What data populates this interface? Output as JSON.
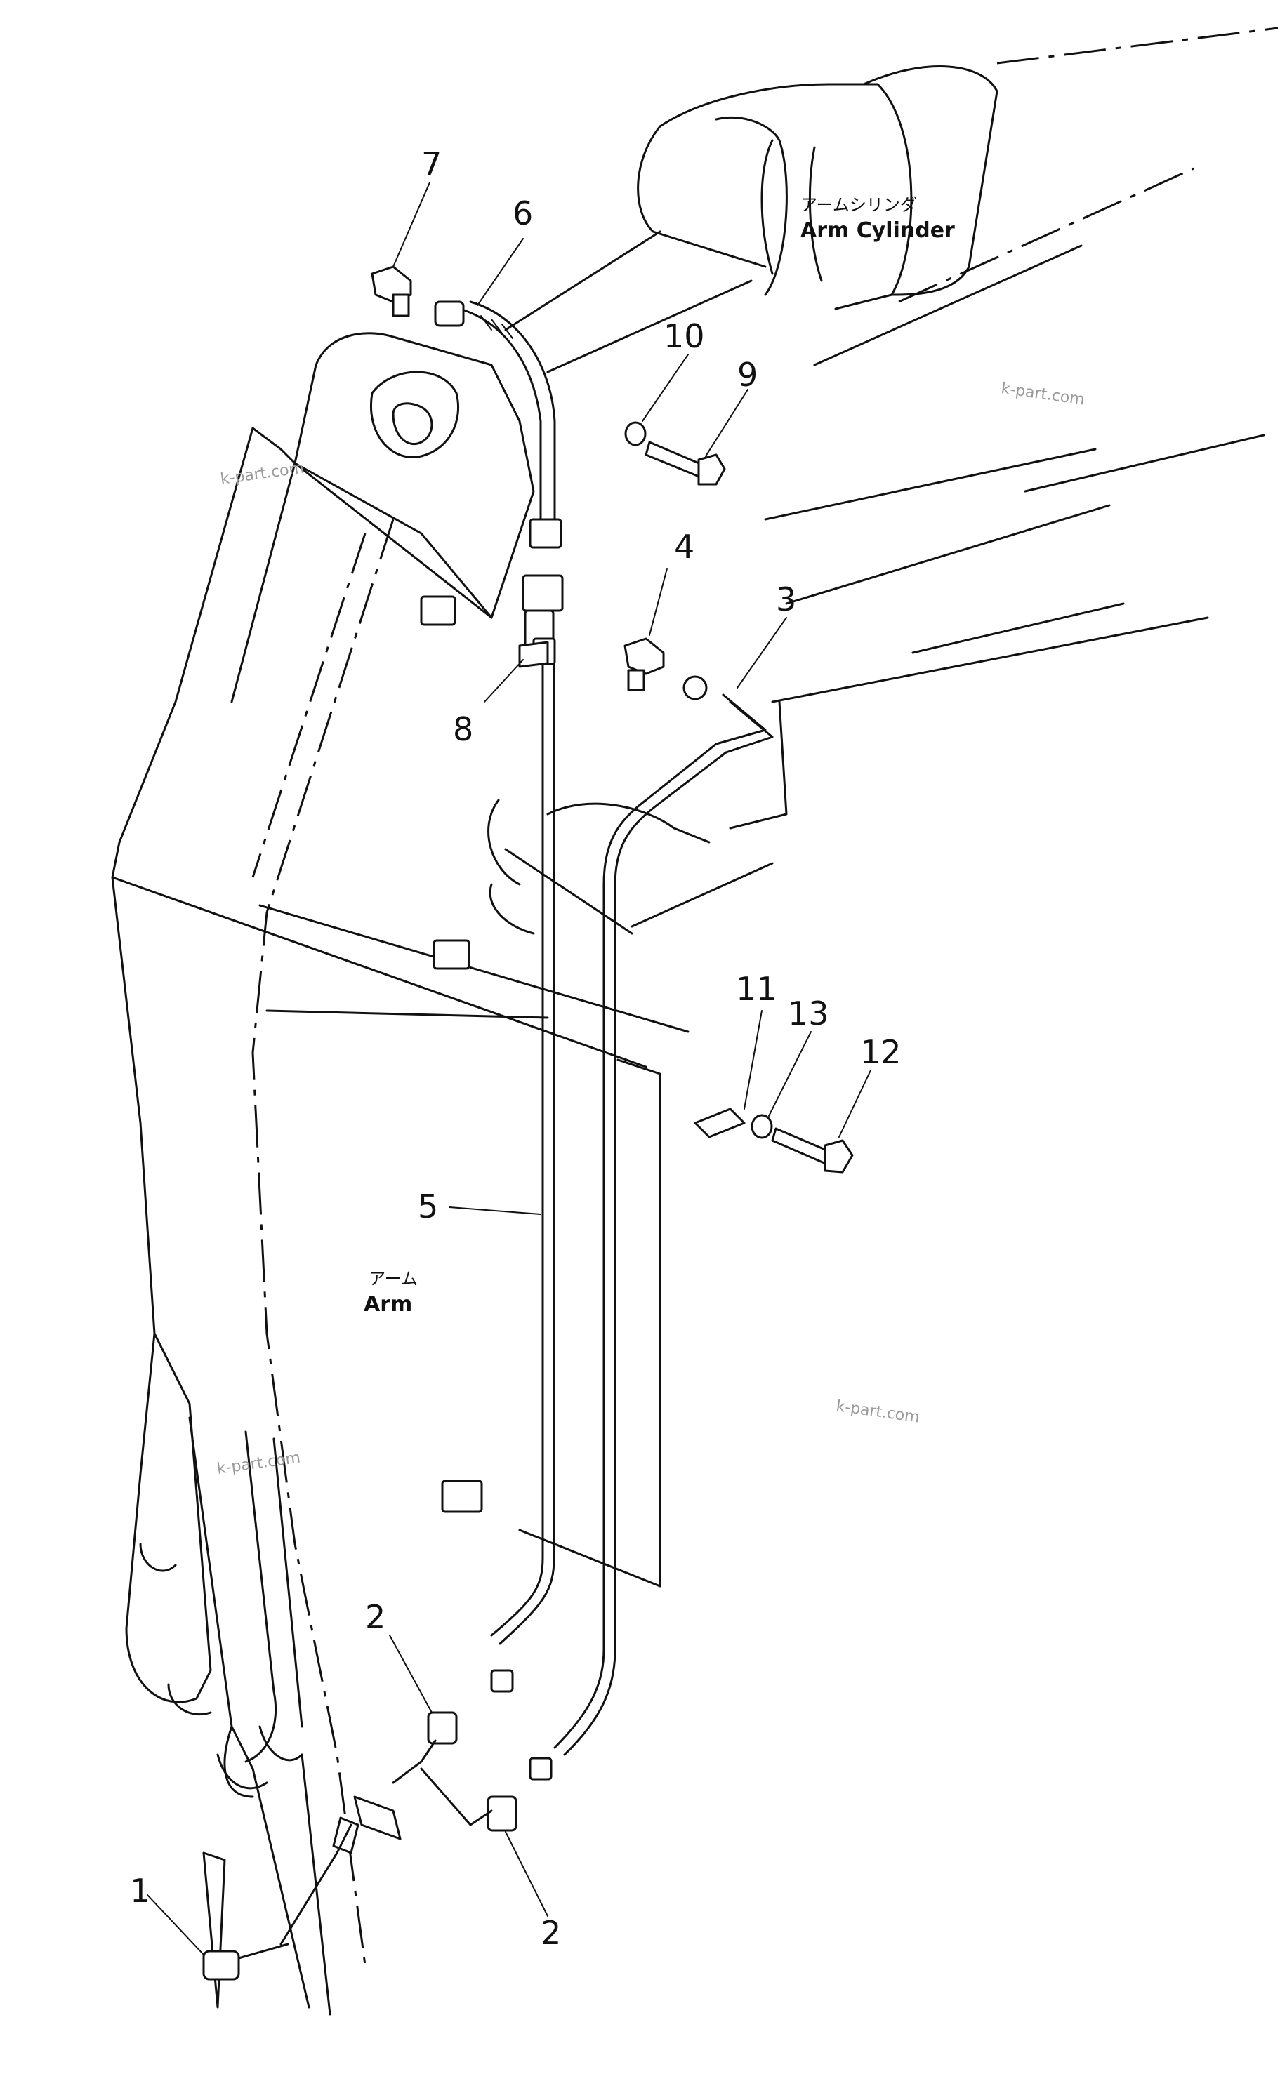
{
  "labels": {
    "arm_cylinder_jp": "アームシリンダ",
    "arm_cylinder_en": "Arm Cylinder",
    "arm_jp": "アーム",
    "arm_en": "Arm"
  },
  "part_numbers": {
    "p1": "1",
    "p2a": "2",
    "p2b": "2",
    "p3": "3",
    "p4": "4",
    "p5": "5",
    "p6": "6",
    "p7": "7",
    "p8": "8",
    "p9": "9",
    "p10": "10",
    "p11": "11",
    "p12": "12",
    "p13": "13"
  },
  "watermarks": {
    "w1": "k-part.com",
    "w2": "k-part.com",
    "w3": "k-part.com",
    "w4": "k-part.com"
  }
}
